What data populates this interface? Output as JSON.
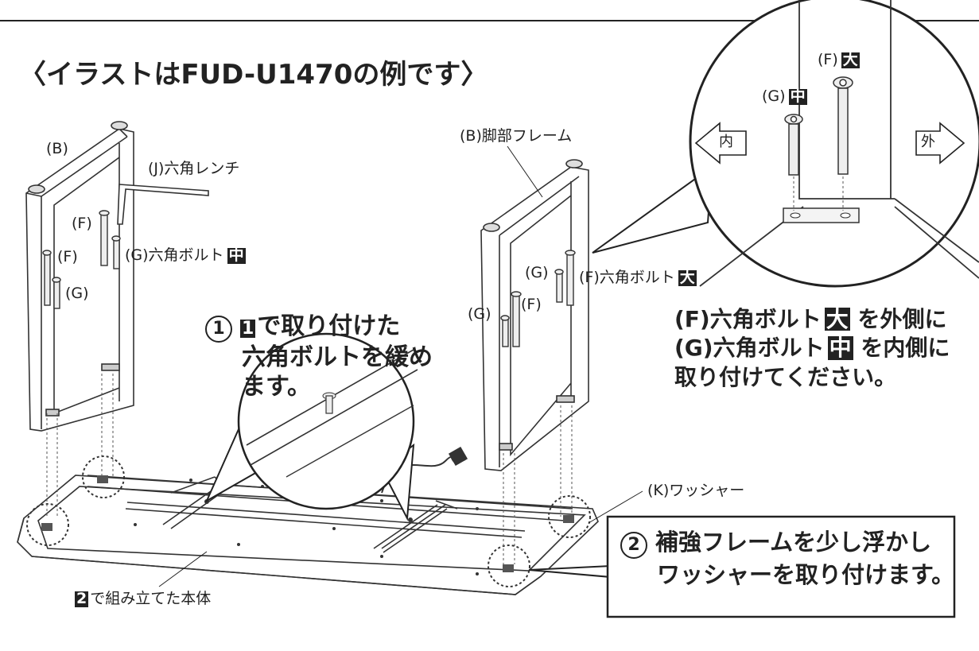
{
  "header": {
    "title": "〈イラストはFUD-U1470の例です〉"
  },
  "labels": {
    "b_left": "(B)",
    "j": "(J)六角レンチ",
    "f_upper": "(F)",
    "f_lower": "(F)",
    "g_left": "(G)六角ボルト",
    "g_left_box": "中",
    "g_left_lower": "(G)",
    "b_right": "(B)脚部フレーム",
    "g_right_upper": "(G)",
    "f_right": "(F)六角ボルト",
    "f_right_box": "大",
    "g_right_lower": "(G)",
    "f_right_lower": "(F)",
    "k": "(K)ワッシャー",
    "body": "で組み立てた本体",
    "body_num": "2"
  },
  "zoom": {
    "f_label": "(F)",
    "f_box": "大",
    "g_label": "(G)",
    "g_box": "中",
    "inside": "内",
    "outside": "外"
  },
  "step1": {
    "num": "1",
    "box_num": "1",
    "line1": "で取り付けた",
    "line2": "六角ボルトを緩め",
    "line3": "ます。"
  },
  "note": {
    "line1_pre": "(F)六角ボルト",
    "line1_box": "大",
    "line1_post": "を外側に",
    "line2_pre": "(G)六角ボルト",
    "line2_box": "中",
    "line2_post": "を内側に",
    "line3": "取り付けてください。"
  },
  "step2": {
    "num": "2",
    "line1": "補強フレームを少し浮かし",
    "line2": "ワッシャーを取り付けます。"
  }
}
